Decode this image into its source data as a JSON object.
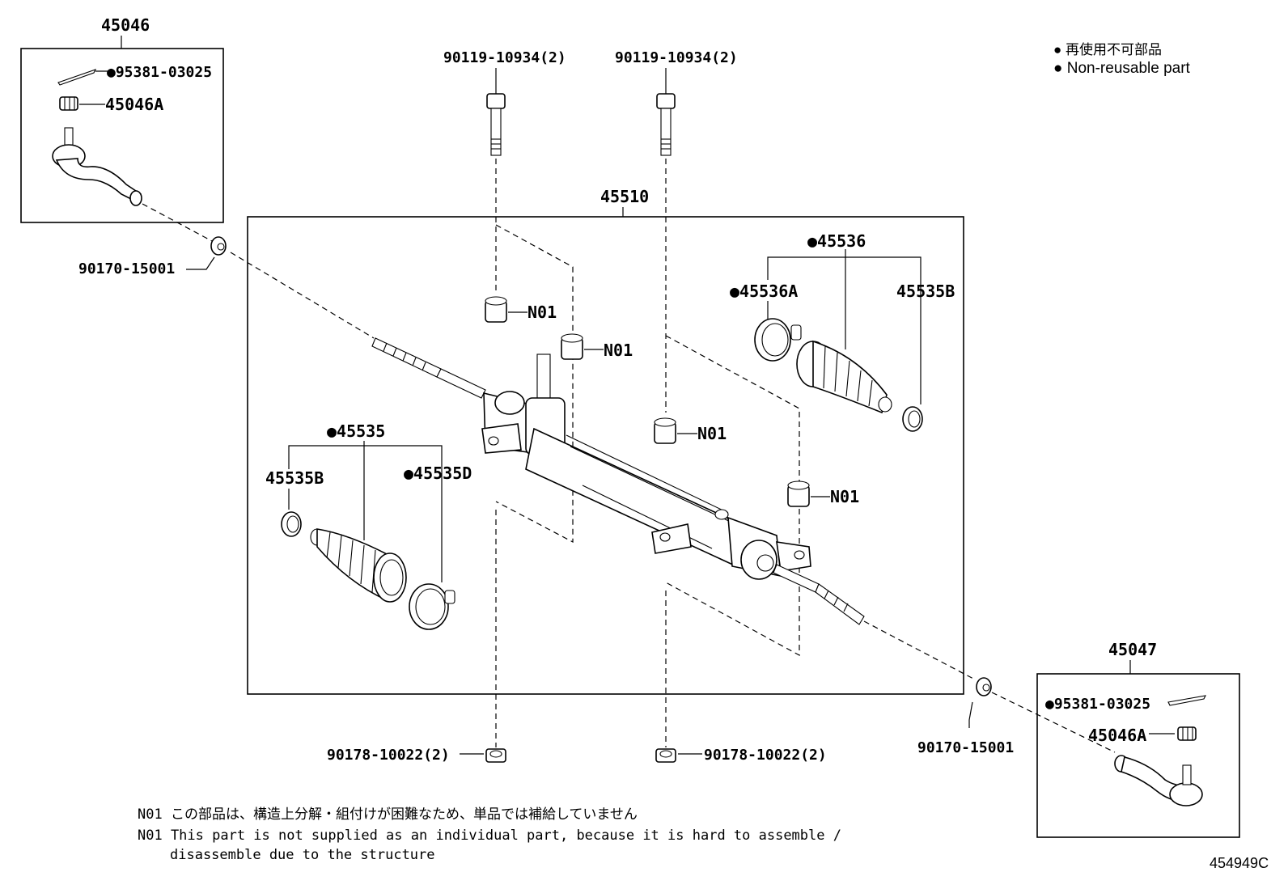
{
  "legend": {
    "jp": "● 再使用不可部品",
    "en": "● Non-reusable part"
  },
  "labels": {
    "p45046": "45046",
    "p95381_left": "●95381-03025",
    "p45046A_left": "45046A",
    "p90170_left": "90170-15001",
    "bolt_left": "90119-10934(2)",
    "bolt_right": "90119-10934(2)",
    "p45510": "45510",
    "p45536": "●45536",
    "p45536A": "●45536A",
    "p45535B_right": "45535B",
    "n01_a": "N01",
    "n01_b": "N01",
    "n01_c": "N01",
    "n01_d": "N01",
    "p45535": "●45535",
    "p45535B_left": "45535B",
    "p45535D": "●45535D",
    "nut_left": "90178-10022(2)",
    "nut_right": "90178-10022(2)",
    "p90170_right": "90170-15001",
    "p45047": "45047",
    "p95381_right": "●95381-03025",
    "p45046A_right": "45046A"
  },
  "notes": {
    "jp": "N01 この部品は、構造上分解・組付けが困難なため、単品では補給していません",
    "en_line1": "N01 This part is not supplied as an individual part, because it is hard to assemble /",
    "en_line2": "disassemble due to the structure"
  },
  "diagram_id": "454949C"
}
